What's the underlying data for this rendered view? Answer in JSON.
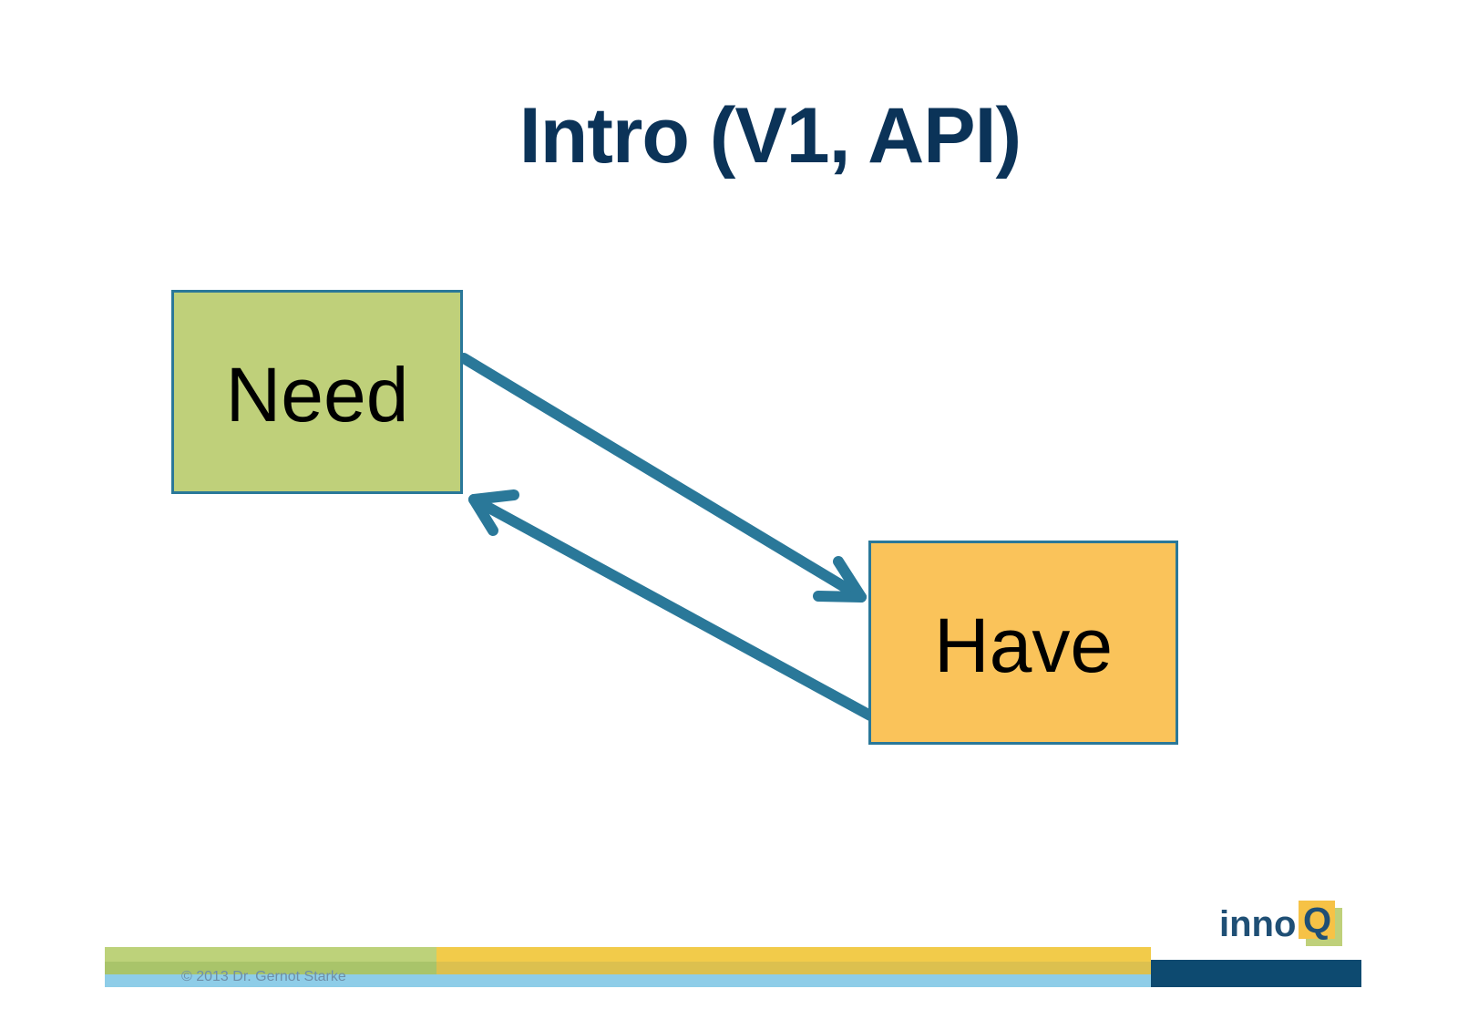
{
  "slide": {
    "title": "Intro (V1, API)"
  },
  "diagram": {
    "nodes": [
      {
        "id": "need",
        "label": "Need",
        "fill": "#bfd07a",
        "border": "#2a7899"
      },
      {
        "id": "have",
        "label": "Have",
        "fill": "#fac35a",
        "border": "#2a7899"
      }
    ],
    "edges": [
      {
        "from": "need",
        "to": "have"
      },
      {
        "from": "have",
        "to": "need"
      }
    ],
    "arrow_color": "#2a7899"
  },
  "footer": {
    "copyright": "© 2013 Dr. Gernot Starke",
    "colors": {
      "green": "#b9d173",
      "yellow": "#f2cb4a",
      "blue": "#8ecde8",
      "navy": "#0d4a70"
    }
  },
  "logo": {
    "text": "inno",
    "mark": "Q"
  },
  "colors": {
    "title": "#0b3358"
  }
}
